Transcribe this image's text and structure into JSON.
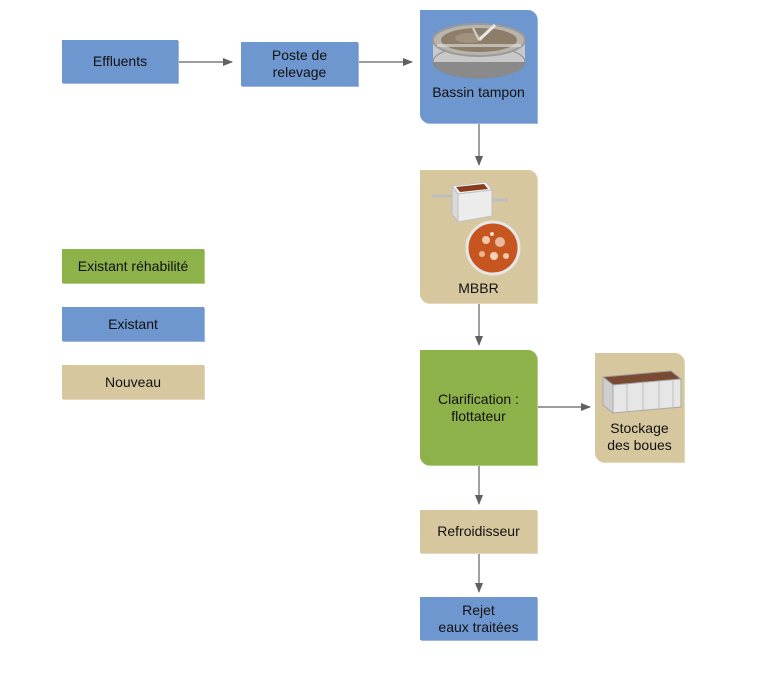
{
  "colors": {
    "blue": "#6f97cf",
    "green": "#8db24a",
    "tan": "#d6c79e",
    "arrow": "#555555"
  },
  "nodes": {
    "effluents": "Effluents",
    "poste": "Poste de\nrelevage",
    "bassin": "Bassin tampon",
    "mbbr": "MBBR",
    "clarification": "Clarification :\nflottateur",
    "stockage": "Stockage\ndes boues",
    "refroidisseur": "Refroidisseur",
    "rejet": "Rejet\neaux traitées"
  },
  "legend": {
    "green": "Existant réhabilité",
    "blue": "Existant",
    "tan": "Nouveau"
  },
  "images": {
    "bassin": "circular-tank-image",
    "mbbr": "mbbr-reactor-image",
    "stockage": "sludge-container-image"
  }
}
